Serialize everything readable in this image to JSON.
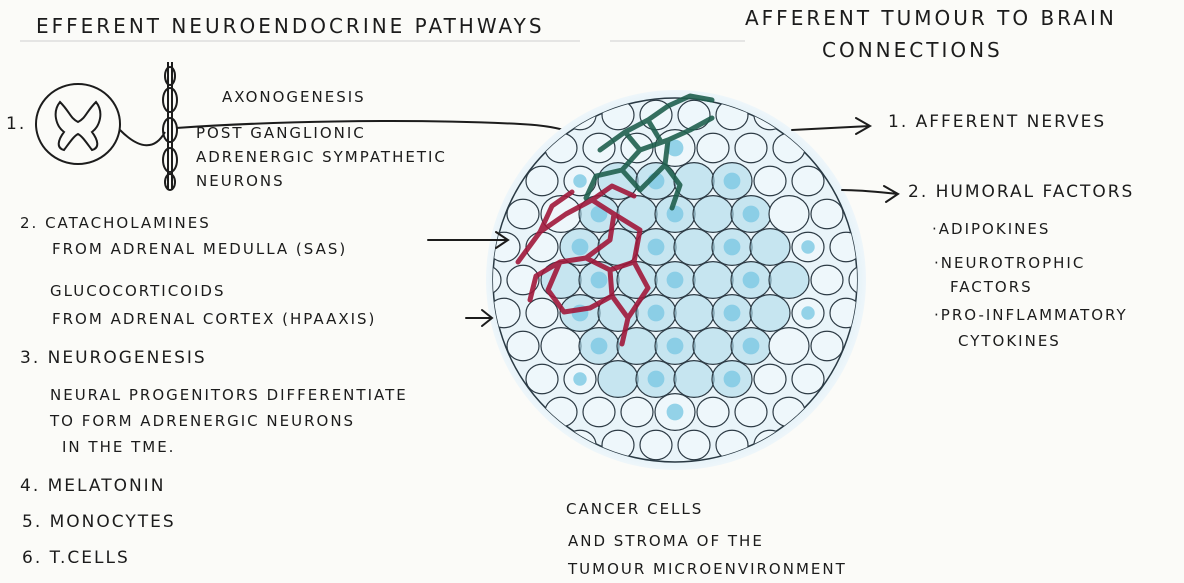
{
  "left_title": "EFFERENT NEUROENDOCRINE PATHWAYS",
  "right_title": {
    "line1": "AFFERENT TUMOUR TO BRAIN",
    "line2": "CONNECTIONS"
  },
  "efferent": {
    "item1": {
      "number": "1.",
      "axonogenesis": "AXONOGENESIS",
      "lines": [
        "POST GANGLIONIC",
        "ADRENERGIC SYMPATHETIC",
        "NEURONS"
      ]
    },
    "item2": {
      "lines": [
        "2. CATACHOLAMINES",
        "FROM ADRENAL MEDULLA (SAS)",
        "GLUCOCORTICOIDS",
        "FROM ADRENAL CORTEX (HPAaxis)"
      ]
    },
    "item3": {
      "lines": [
        "3. NEUROGENESIS",
        "NEURAL PROGENITORS DIFFERENTIATE",
        "TO FORM ADRENERGIC NEURONS",
        "IN THE TME."
      ]
    },
    "item4": "4. MELATONIN",
    "item5": "5. MONOCYTES",
    "item6": "6. T.CELLS"
  },
  "afferent": {
    "item1": "1. AFFERENT NERVES",
    "item2": "2. HUMORAL FACTORS",
    "factors": [
      "·ADIPOKINES",
      "·NEUROTROPHIC",
      "FACTORS",
      "·PRO-INFLAMMATORY",
      "CYTOKINES"
    ]
  },
  "tumour_caption": [
    "CANCER CELLS",
    "AND STROMA OF THE",
    "TUMOUR MICROENVIRONMENT"
  ],
  "colors": {
    "ink": "#1c1c1c",
    "cell_blue": "#a9d8ea",
    "nucleus_blue": "#7cc8e4",
    "halo": "#cfe6f1",
    "nerve_green": "#1f5f4e",
    "vessel_red": "#a0173a"
  }
}
